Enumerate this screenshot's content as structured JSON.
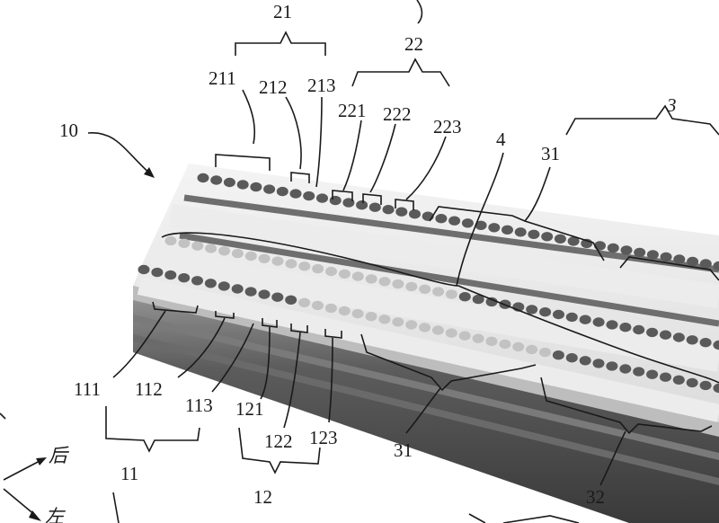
{
  "figure": {
    "ref_numeral": "10",
    "axis_back": "后",
    "axis_left": "左",
    "labels": {
      "l21": "21",
      "l211": "211",
      "l212": "212",
      "l213": "213",
      "l22": "22",
      "l221": "221",
      "l222": "222",
      "l223": "223",
      "l3": "3",
      "l31top": "31",
      "l4": "4",
      "l111": "111",
      "l112": "112",
      "l113": "113",
      "l11": "11",
      "l121": "121",
      "l122": "122",
      "l123": "123",
      "l12": "12",
      "l31bot": "31",
      "l32": "32"
    },
    "colors": {
      "dot_dark": "#5a5a5a",
      "dot_light": "#c2c2c2",
      "strip_light": "#ececec",
      "strip_dark": "#6e6e6e",
      "base_dark": "#4a4a4a"
    }
  }
}
